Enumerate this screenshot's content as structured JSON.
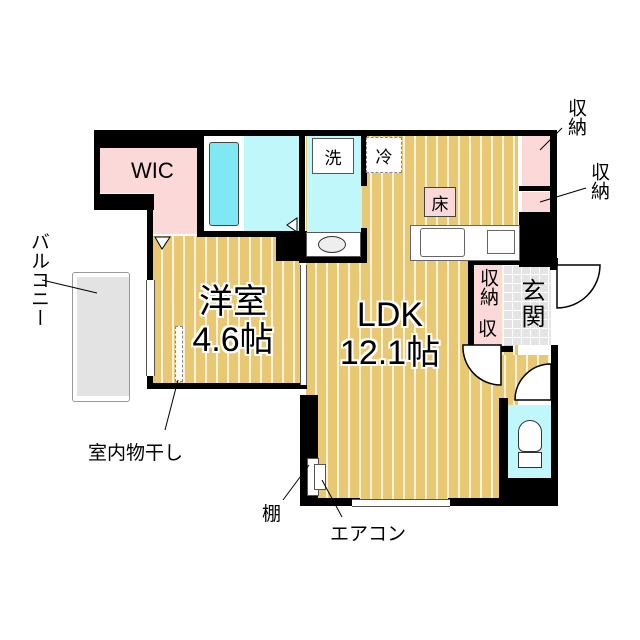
{
  "floor_plan": {
    "rooms": {
      "wic": {
        "label": "WIC"
      },
      "western_room": {
        "name": "洋室",
        "size": "4.6帖"
      },
      "ldk": {
        "name": "LDK",
        "size": "12.1帖"
      },
      "entrance": {
        "label": "玄関"
      },
      "entrance_storage_1": {
        "label": "収納"
      },
      "entrance_storage_2": {
        "label": "収"
      }
    },
    "fixtures": {
      "washer": "洗",
      "fridge": "冷",
      "floor_heating": "床"
    },
    "callouts": {
      "storage_top": "収納",
      "storage_right": "収納",
      "balcony": "バルコニー",
      "indoor_drying": "室内物干し",
      "shelf": "棚",
      "air_conditioner": "エアコン"
    },
    "colors": {
      "wall": "#000000",
      "wood_floor": "#e8c872",
      "wet_area": "#bff7fb",
      "storage": "#fbd9d9",
      "balcony": "#e3e3e3",
      "entrance_tile": "#e4e4e4"
    }
  }
}
